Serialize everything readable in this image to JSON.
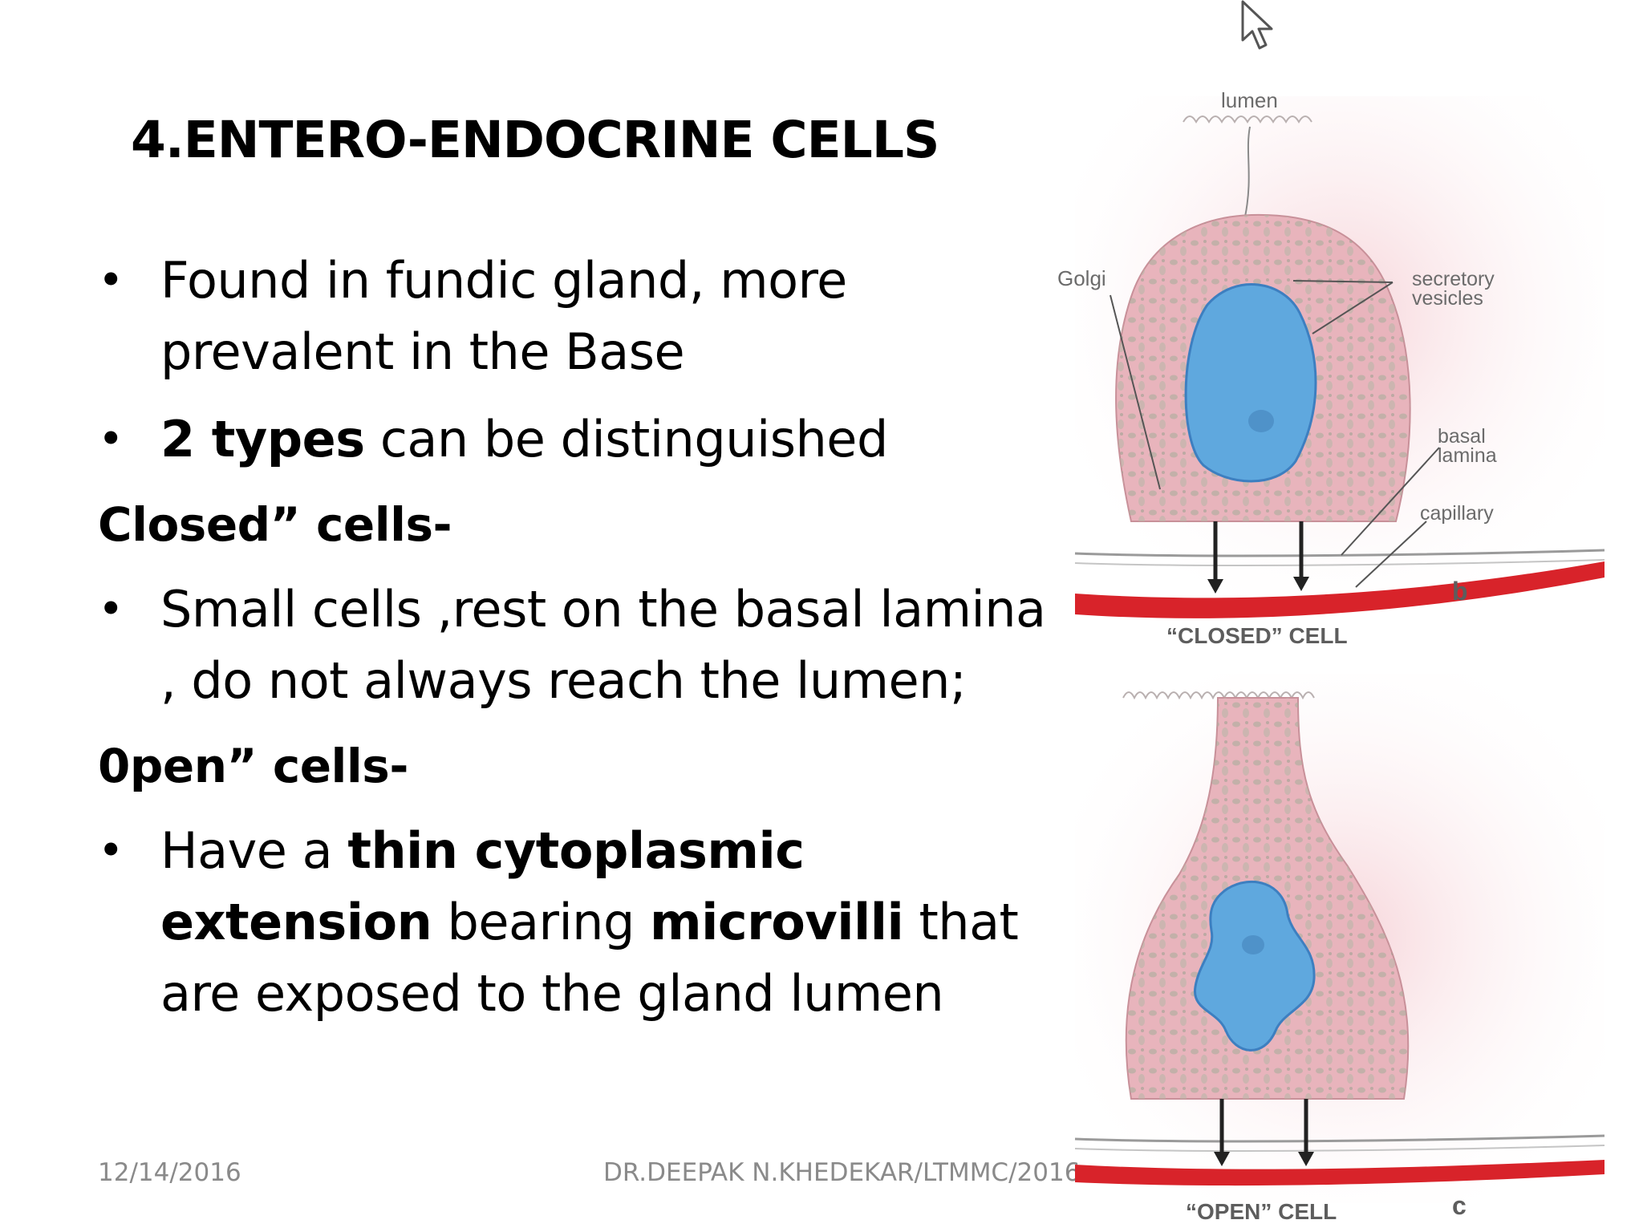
{
  "slide": {
    "title": "4.ENTERO-ENDOCRINE CELLS",
    "bullets": {
      "found": "Found  in fundic gland,  more prevalent in the Base",
      "types_bold": "2 types",
      "types_rest": " can be distinguished",
      "closed_heading": "Closed” cells-",
      "closed_text": "Small cells ,rest on the basal lamina , do not always reach the lumen;",
      "open_heading": "0pen” cells-",
      "open_1": "Have a ",
      "open_2": "thin cytoplasmic extension",
      "open_3": " bearing ",
      "open_4": "microvilli",
      "open_5": " that are exposed to the gland lumen"
    },
    "footer": {
      "date": "12/14/2016",
      "author": "DR.DEEPAK N.KHEDEKAR/LTMMC/2016"
    }
  },
  "figure": {
    "labels": {
      "lumen": "lumen",
      "golgi": "Golgi",
      "secretory_1": "secretory",
      "secretory_2": "vesicles",
      "basal_1": "basal",
      "basal_2": "lamina",
      "capillary": "capillary",
      "panel_b": "b",
      "closed_caption": "“CLOSED” CELL",
      "panel_c": "c",
      "open_caption": "“OPEN” CELL"
    },
    "colors": {
      "cytoplasm": "#e8b4bc",
      "nucleus": "#5fa8de",
      "capillary": "#d8232a",
      "organelles": "#a9ad9c"
    }
  }
}
